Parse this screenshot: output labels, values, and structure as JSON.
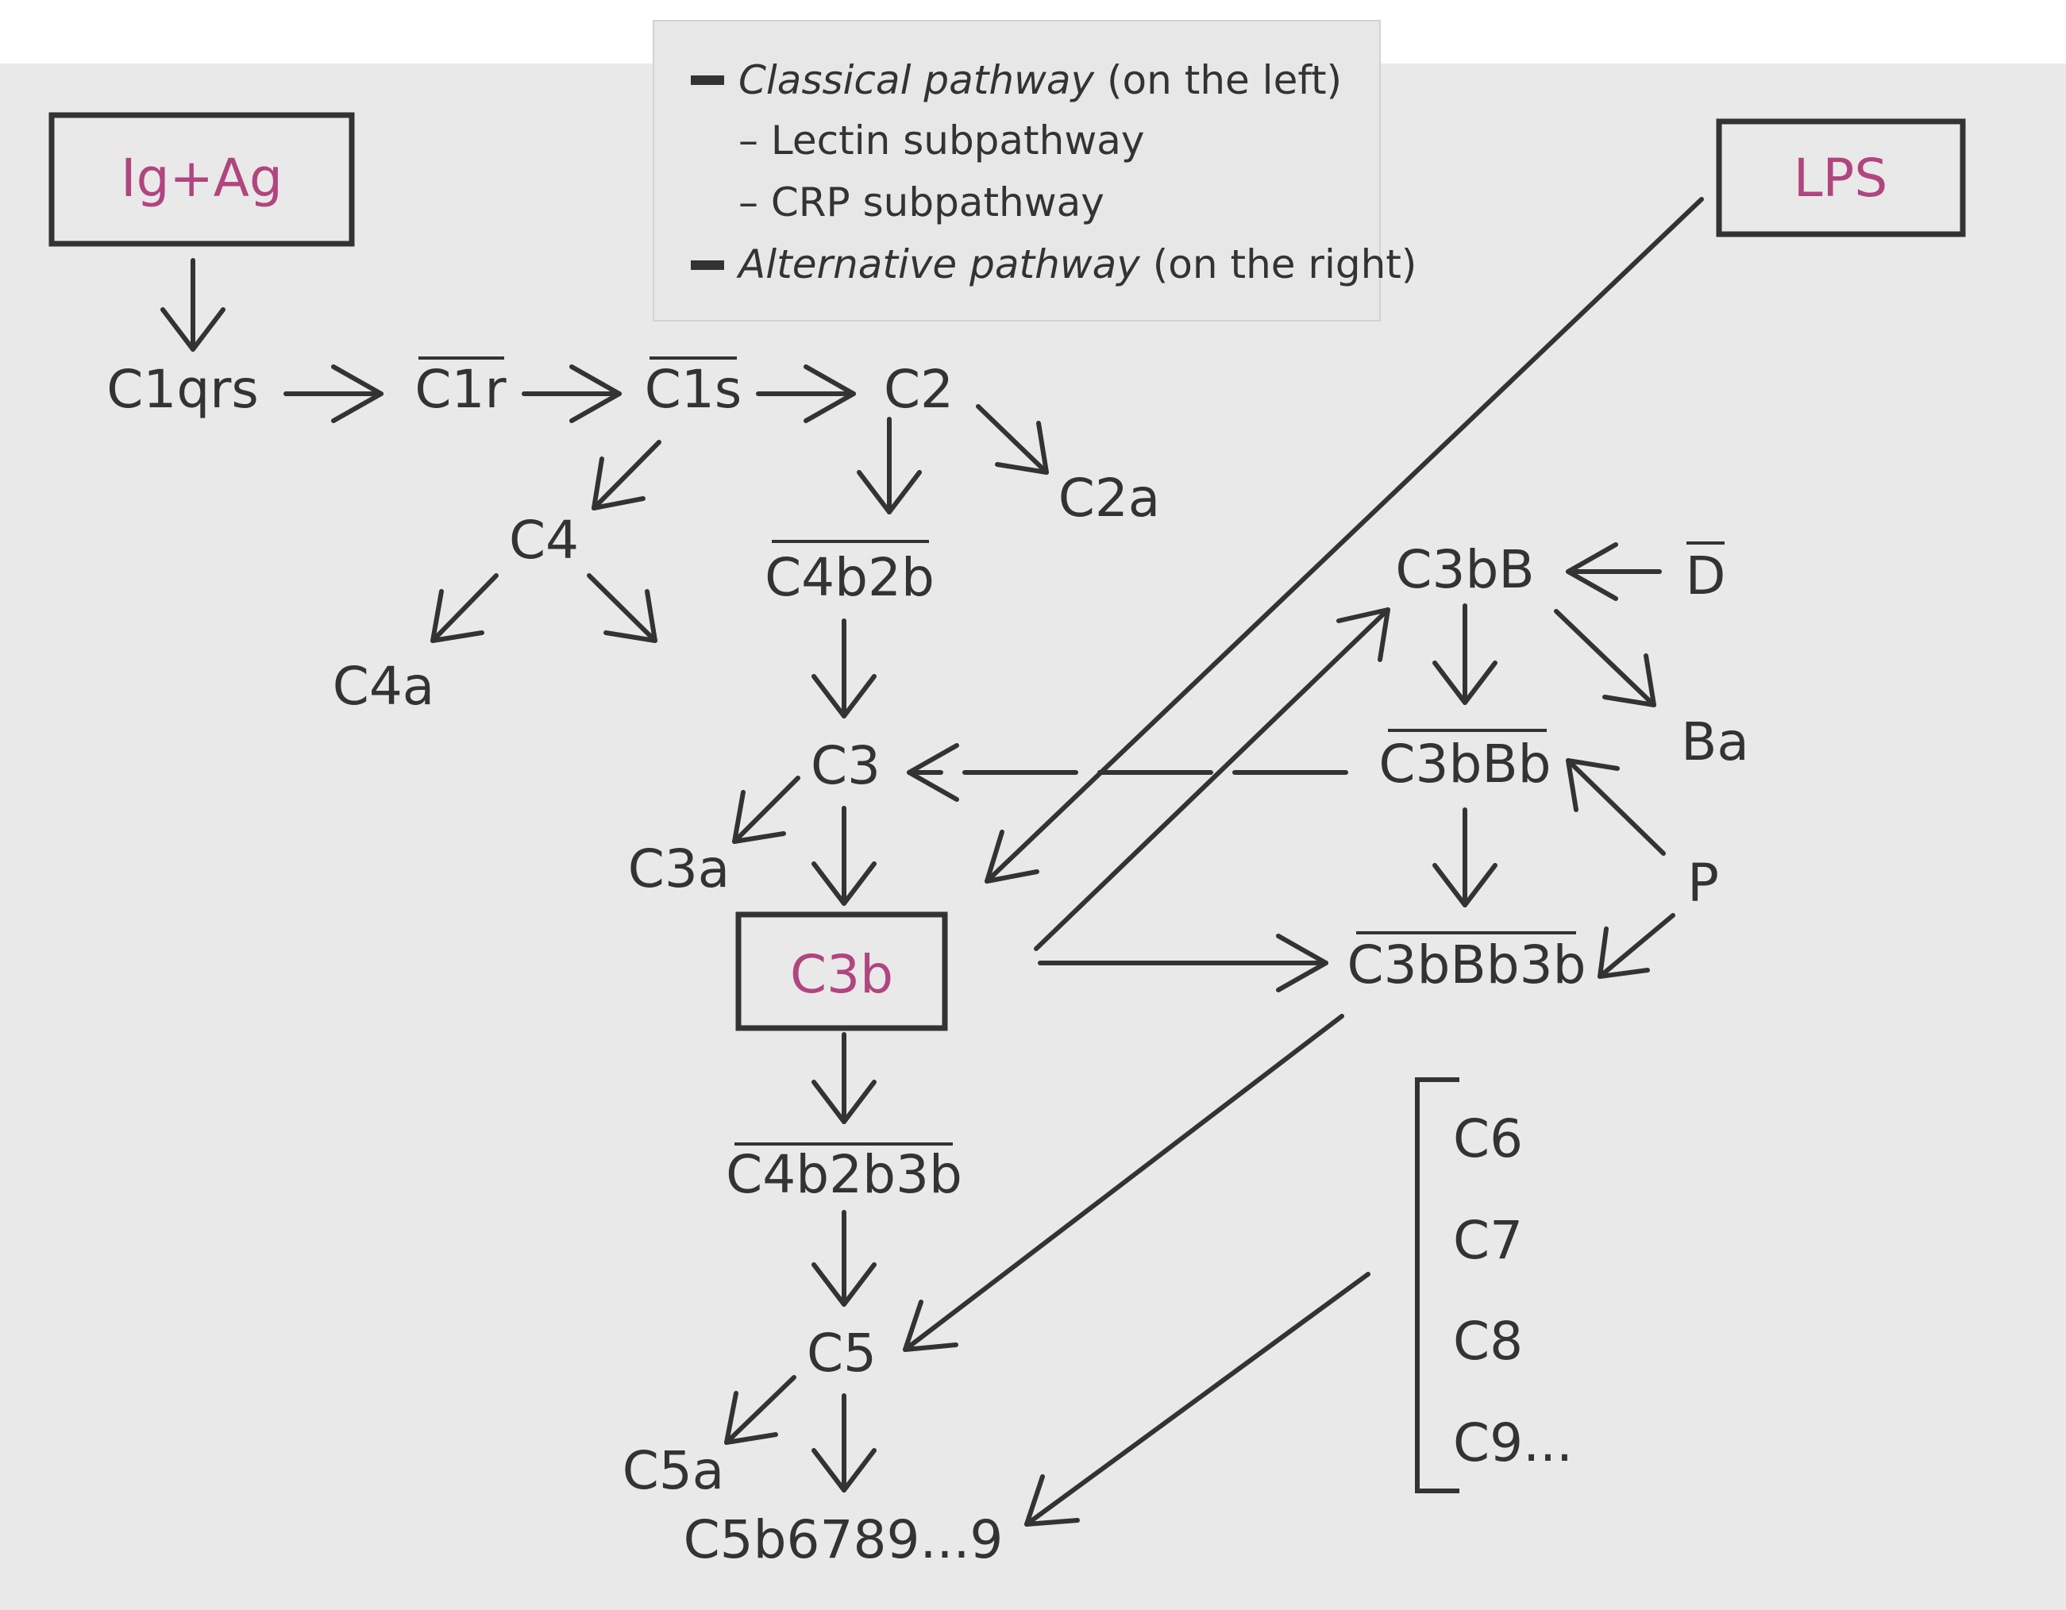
{
  "colors": {
    "panel_background": "#e9e9e9",
    "top_background": "#ffffff",
    "ink": "#333333",
    "accent": "#b0457f",
    "legend_background": "#e7e7e7"
  },
  "legend": {
    "line1_italic": "Classical pathway",
    "line1_rest": " (on the left)",
    "line2": "– Lectin subpathway",
    "line3": "– CRP subpathway",
    "line4_italic": "Alternative pathway",
    "line4_rest": " (on the right)"
  },
  "nodes": {
    "ig_ag": "Ig+Ag",
    "lps": "LPS",
    "c1qrs": "C1qrs",
    "c1r": "C1r",
    "c1s": "C1s",
    "c2": "C2",
    "c2a": "C2a",
    "c4": "C4",
    "c4a": "C4a",
    "c4b2b": "C4b2b",
    "c3": "C3",
    "c3a": "C3a",
    "c3b": "C3b",
    "c4b2b3b": "C4b2b3b",
    "c5": "C5",
    "c5a": "C5a",
    "c5b6789": "C5b6789...9",
    "c3bb": "C3bB",
    "d": "D",
    "ba": "Ba",
    "c3bbb": "C3bBb",
    "p": "P",
    "c3bbb3b": "C3bBb3b",
    "c6": "C6",
    "c7": "C7",
    "c8": "C8",
    "c9": "C9..."
  }
}
